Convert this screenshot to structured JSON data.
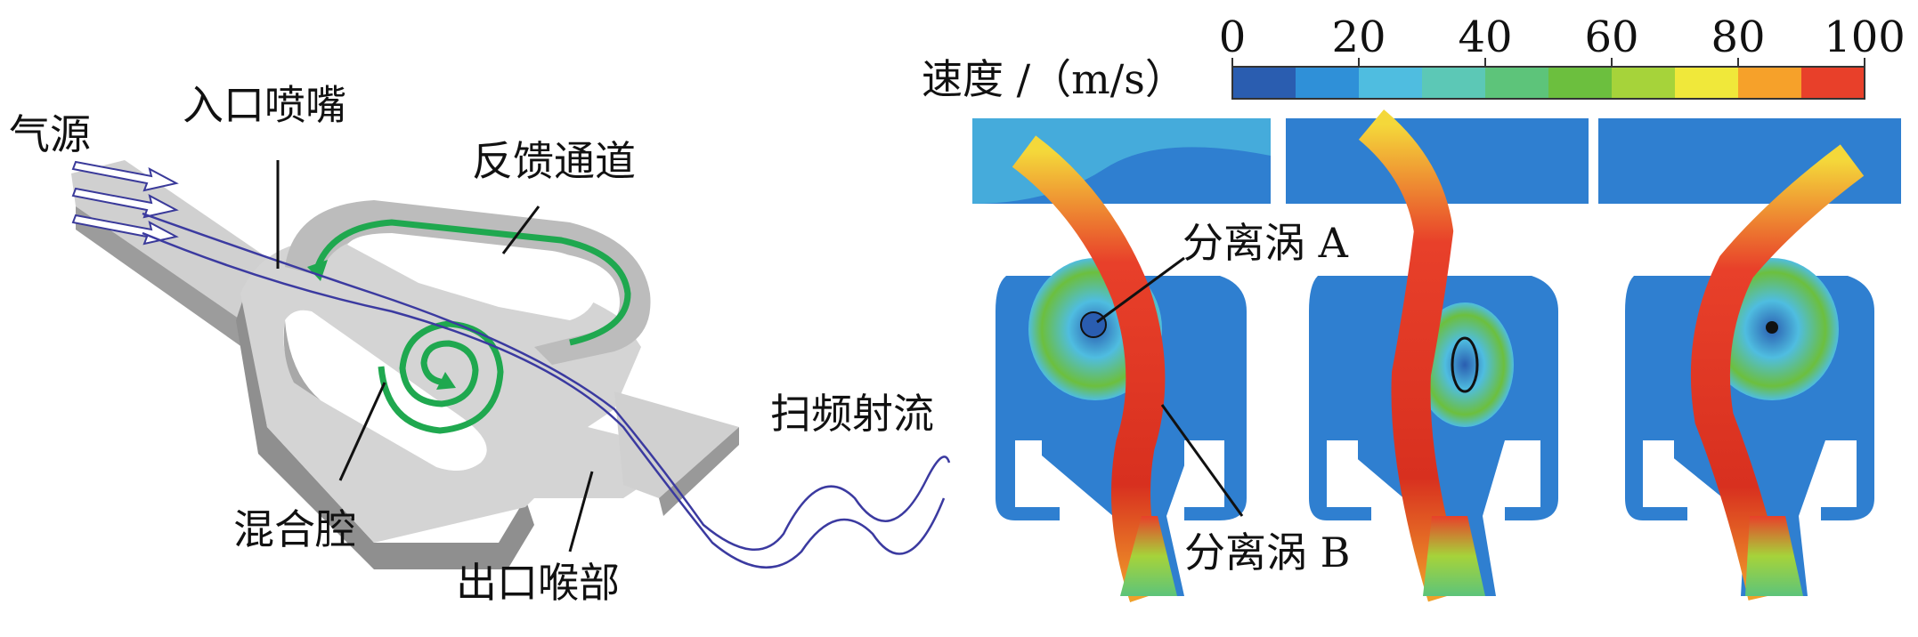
{
  "left_diagram": {
    "labels": {
      "gas_source": "气源",
      "inlet_nozzle": "入口喷嘴",
      "feedback_channel": "反馈通道",
      "mixing_chamber": "混合腔",
      "outlet_throat": "出口喉部",
      "sweeping_jet": "扫频射流"
    }
  },
  "right_figure": {
    "colorbar": {
      "title": "速度 /（m/s）",
      "ticks": [
        "0",
        "20",
        "40",
        "60",
        "80",
        "100"
      ],
      "colors": [
        "#2a5db0",
        "#2f90d8",
        "#4fbde0",
        "#5cc8b6",
        "#5dc47a",
        "#6cbf3e",
        "#a6d33a",
        "#f0e83a",
        "#f6a12a",
        "#e8402a"
      ]
    },
    "annotations": {
      "vortex_a": "分离涡 A",
      "vortex_b": "分离涡 B"
    }
  }
}
